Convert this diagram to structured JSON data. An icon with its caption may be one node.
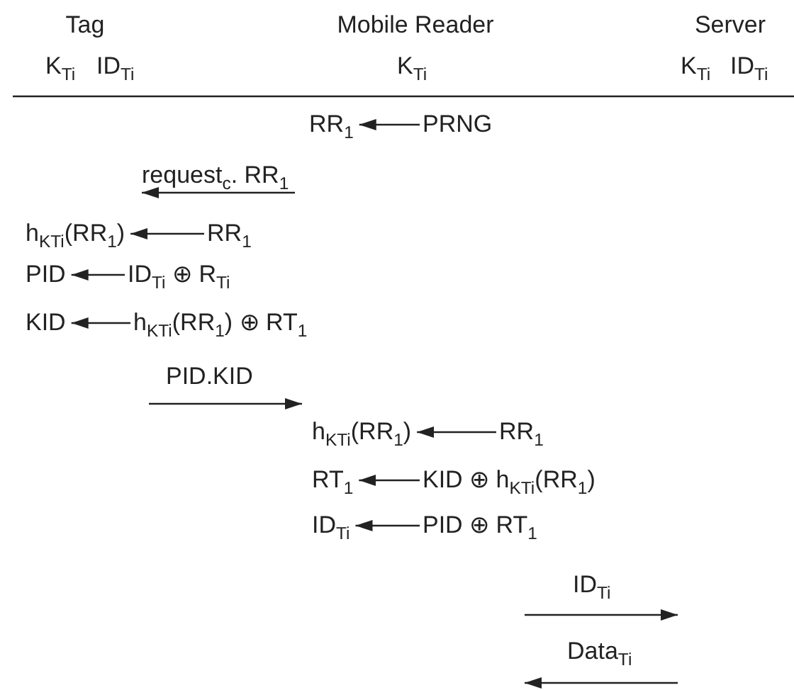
{
  "diagram": {
    "nodes": [
      {
        "text": [
          "RR$_{1}$"
        ]
      },
      {
        "text": [
          "PRNG"
        ]
      },
      {
        "text": [
          "h$_{KTi}$(RR$_{1}$)"
        ]
      },
      {
        "text": [
          "RR$_{1}$"
        ]
      },
      {
        "text": [
          "PID"
        ]
      },
      {
        "text": [
          "ID$_{Ti}$ ⊕ R$_{Ti}$"
        ]
      },
      {
        "text": [
          "KID"
        ]
      },
      {
        "text": [
          "h$_{KTi}$(RR$_{1}$) ⊕ RT$_{1}$"
        ]
      },
      {
        "text": [
          "h$_{KTi}$(RR$_{1}$)"
        ]
      },
      {
        "text": [
          "RR$_{1}$"
        ]
      },
      {
        "text": [
          "RT$_{1}$"
        ]
      },
      {
        "text": [
          "KID ⊕ h$_{KTi}$(RR$_{1}$)"
        ]
      },
      {
        "text": [
          "ID$_{Ti}$"
        ]
      },
      {
        "text": [
          "PID ⊕ RT$_{1}$"
        ]
      }
    ],
    "edges": [
      {
        "from": 1,
        "to": 0,
        "arrow": "to"
      },
      {
        "from": 3,
        "to": 2,
        "arrow": "to"
      },
      {
        "from": 5,
        "to": 4,
        "arrow": "to"
      },
      {
        "from": 7,
        "to": 6,
        "arrow": "to"
      },
      {
        "from": 9,
        "to": 8,
        "arrow": "to"
      },
      {
        "from": 11,
        "to": 10,
        "arrow": "to"
      },
      {
        "from": 13,
        "to": 12,
        "arrow": "to"
      }
    ],
    "labels": [
      "Tag",
      "Mobile Reader",
      "Server",
      "K$_{Ti}$",
      "ID$_{Ti}$",
      "K$_{Ti}$",
      "K$_{Ti}$",
      "ID$_{Ti}$",
      "request$_{c}$. RR$_{1}$",
      "PID.KID",
      "ID$_{Ti}$",
      "Data$_{Ti}$"
    ]
  }
}
